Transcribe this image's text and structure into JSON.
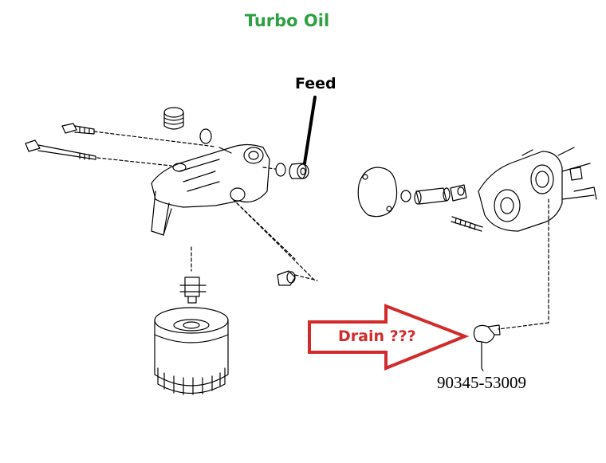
{
  "diagram": {
    "title": "Turbo Oil",
    "feed_label": "Feed",
    "drain_label": "Drain ???",
    "part_number": "90345-53009"
  },
  "colors": {
    "title": "#2ea043",
    "arrow": "#d22b2b",
    "line": "#000000"
  }
}
